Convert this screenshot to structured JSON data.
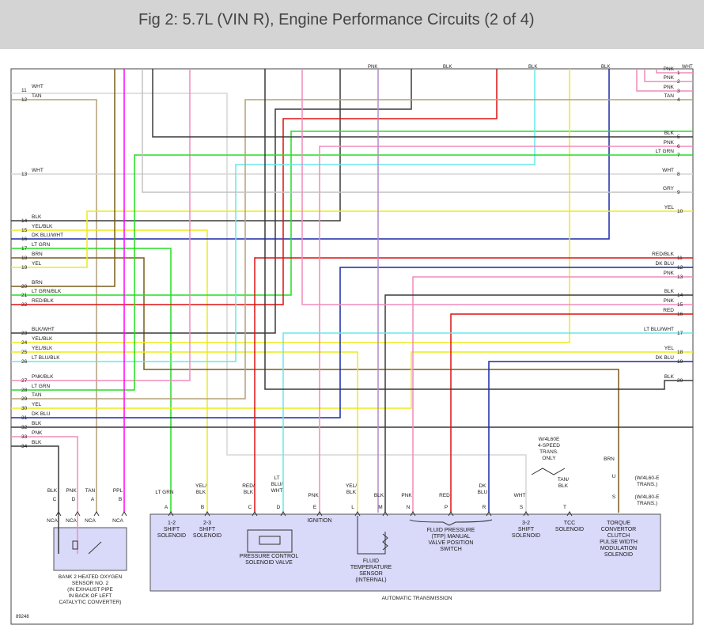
{
  "header": {
    "title": "Fig 2: 5.7L (VIN R), Engine Performance Circuits (2 of 4)"
  },
  "colors": {
    "WHT": "#d6d6d6",
    "TAN": "#b3a17a",
    "BLK": "#3a3a3a",
    "PNK": "#f08cbc",
    "LTGRN": "#22dd22",
    "GRY": "#c2c2c2",
    "YEL": "#ecec1a",
    "DKBLU": "#1a2aa6",
    "RED": "#dd1111",
    "LTBLU": "#66e8e8",
    "BRN": "#7a5c1a",
    "PPL": "#ff00ff",
    "BOX": "#d9d9f9",
    "BOXLINE": "#555555"
  },
  "top_labels": [
    "PNK",
    "BLK",
    "BLK",
    "BLK",
    "WHT"
  ],
  "left_wires": [
    {
      "num": "11",
      "label": "WHT"
    },
    {
      "num": "12",
      "label": "TAN"
    },
    {
      "num": "13",
      "label": "WHT"
    },
    {
      "num": "14",
      "label": "BLK"
    },
    {
      "num": "15",
      "label": "YEL/BLK"
    },
    {
      "num": "16",
      "label": "DK BLU/WHT"
    },
    {
      "num": "17",
      "label": "LT GRN"
    },
    {
      "num": "18",
      "label": "BRN"
    },
    {
      "num": "19",
      "label": "YEL"
    },
    {
      "num": "20",
      "label": "BRN"
    },
    {
      "num": "21",
      "label": "LT GRN/BLK"
    },
    {
      "num": "22",
      "label": "RED/BLK"
    },
    {
      "num": "23",
      "label": "BLK/WHT"
    },
    {
      "num": "24",
      "label": "YEL/BLK"
    },
    {
      "num": "25",
      "label": "YEL/BLK"
    },
    {
      "num": "26",
      "label": "LT BLU/BLK"
    },
    {
      "num": "27",
      "label": "PNK/BLK"
    },
    {
      "num": "28",
      "label": "LT GRN"
    },
    {
      "num": "29",
      "label": "TAN"
    },
    {
      "num": "30",
      "label": "YEL"
    },
    {
      "num": "31",
      "label": "DK BLU"
    },
    {
      "num": "32",
      "label": "BLK"
    },
    {
      "num": "33",
      "label": "PNK"
    },
    {
      "num": "34",
      "label": "BLK"
    }
  ],
  "right_wires": [
    {
      "num": "1",
      "label": "PNK"
    },
    {
      "num": "2",
      "label": "PNK"
    },
    {
      "num": "3",
      "label": "PNK"
    },
    {
      "num": "4",
      "label": "TAN"
    },
    {
      "num": "5",
      "label": "BLK"
    },
    {
      "num": "6",
      "label": "PNK"
    },
    {
      "num": "7",
      "label": "LT GRN"
    },
    {
      "num": "8",
      "label": "WHT"
    },
    {
      "num": "9",
      "label": "GRY"
    },
    {
      "num": "10",
      "label": "YEL"
    },
    {
      "num": "11",
      "label": "RED/BLK"
    },
    {
      "num": "12",
      "label": "DK BLU"
    },
    {
      "num": "13",
      "label": "PNK"
    },
    {
      "num": "14",
      "label": "BLK"
    },
    {
      "num": "15",
      "label": "PNK"
    },
    {
      "num": "16",
      "label": "RED"
    },
    {
      "num": "17",
      "label": "LT BLU/WHT"
    },
    {
      "num": "18",
      "label": "YEL"
    },
    {
      "num": "19",
      "label": "DK BLU"
    },
    {
      "num": "20",
      "label": "BLK"
    }
  ],
  "sensor": {
    "pins": [
      {
        "wire": "BLK",
        "pin": "C",
        "nca": "NCA"
      },
      {
        "wire": "PNK",
        "pin": "D",
        "nca": "NCA"
      },
      {
        "wire": "TAN",
        "pin": "A",
        "nca": "NCA"
      },
      {
        "wire": "PPL",
        "pin": "B",
        "nca": "NCA"
      }
    ],
    "caption": [
      "BANK 2 HEATED OXYGEN",
      "SENSOR NO. 2",
      "(IN EXHAUST PIPE",
      "IN BACK OF LEFT",
      "CATALYTIC CONVERTER)"
    ]
  },
  "transmission": {
    "pins": [
      {
        "wire": [
          "LT GRN"
        ],
        "pin": "A"
      },
      {
        "wire": [
          "YEL/",
          "BLK"
        ],
        "pin": "B"
      },
      {
        "wire": [
          "RED/",
          "BLK"
        ],
        "pin": "C"
      },
      {
        "wire": [
          "LT",
          "BLU/",
          "WHT"
        ],
        "pin": "D"
      },
      {
        "wire": [
          "PNK"
        ],
        "pin": "E"
      },
      {
        "wire": [
          "YEL/",
          "BLK"
        ],
        "pin": "L"
      },
      {
        "wire": [
          "BLK"
        ],
        "pin": "M"
      },
      {
        "wire": [
          "PNK"
        ],
        "pin": "N"
      },
      {
        "wire": [
          "RED"
        ],
        "pin": "P"
      },
      {
        "wire": [
          "DK",
          "BLU"
        ],
        "pin": "R"
      },
      {
        "wire": [
          "WHT"
        ],
        "pin": "S"
      },
      {
        "wire": [
          "TAN/",
          "BLK"
        ],
        "pin": "T"
      },
      {
        "wire": [
          "BRN"
        ],
        "pin": "U"
      },
      {
        "wire": [],
        "pin": "S"
      }
    ],
    "components": {
      "shift12": [
        "1-2",
        "SHIFT",
        "SOLENOID"
      ],
      "shift23": [
        "2-3",
        "SHIFT",
        "SOLENOID"
      ],
      "pressure": [
        "PRESSURE CONTROL",
        "SOLENOID VALVE"
      ],
      "ignition": [
        "IGNITION"
      ],
      "fluid_temp": [
        "FLUID",
        "TEMPERATURE",
        "SENSOR",
        "(INTERNAL)"
      ],
      "tfp": [
        "FLUID PRESSURE",
        "(TFP) MANUAL",
        "VALVE POSITION",
        "SWITCH"
      ],
      "shift32": [
        "3-2",
        "SHIFT",
        "SOLENOID"
      ],
      "tcc": [
        "TCC",
        "SOLENOID"
      ],
      "torque": [
        "TORQUE",
        "CONVERTOR",
        "CLUTCH",
        "PULSE WIDTH",
        "MODULATION",
        "SOLENOID"
      ]
    },
    "note_4speed": [
      "W/4L60E",
      "4-SPEED",
      "TRANS.",
      "ONLY"
    ],
    "note_u": [
      "(W/4L60-E",
      "TRANS.)"
    ],
    "note_s": [
      "(W/4L80-E",
      "TRANS.)"
    ],
    "caption": "AUTOMATIC TRANSMISSION"
  },
  "figure_id": "89248"
}
